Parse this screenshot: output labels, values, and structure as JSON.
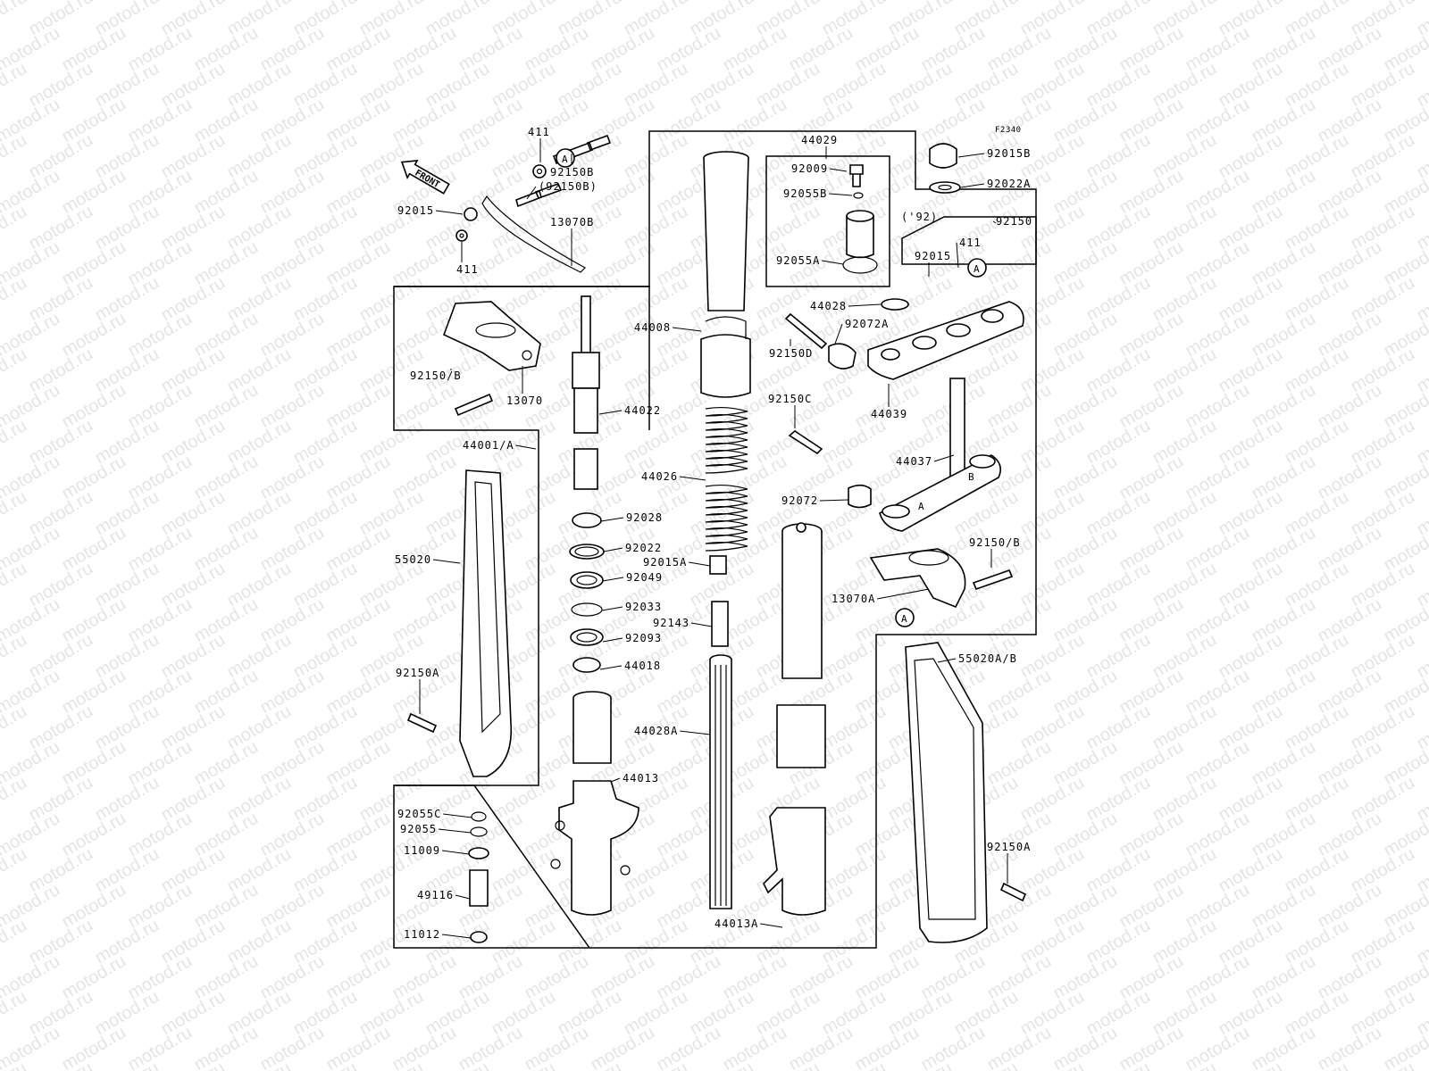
{
  "diagram": {
    "code": "F2340",
    "watermark": "motod.ru",
    "front_label": "FRONT",
    "year_note": "('92)",
    "ref_marker": "A",
    "tags": [
      "B",
      "A"
    ],
    "labels": [
      "411",
      "92150B",
      "(92150B)",
      "92015",
      "13070B",
      "411",
      "44029",
      "92009",
      "92055B",
      "92055A",
      "92015B",
      "92022A",
      "92150",
      "411",
      "92015",
      "44028",
      "92072A",
      "92150D",
      "44039",
      "44008",
      "92150/B",
      "13070",
      "44022",
      "44001/A",
      "44026",
      "92150C",
      "44037",
      "92072",
      "55020",
      "92028",
      "92022",
      "92015A",
      "92049",
      "92033",
      "92150/B",
      "13070A",
      "92143",
      "92093",
      "44018",
      "55020A/B",
      "92150A",
      "44028A",
      "44013",
      "92055C",
      "92055",
      "11009",
      "49116",
      "11012",
      "92150A",
      "44013A"
    ]
  }
}
